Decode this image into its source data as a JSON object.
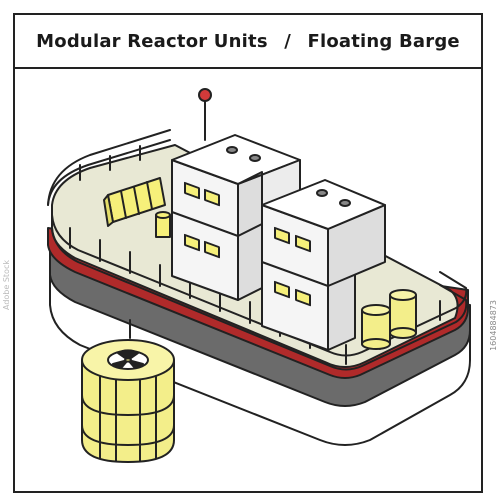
{
  "title": {
    "main": "Modular Reactor Units",
    "separator": "/",
    "sub": "Floating Barge"
  },
  "watermark": {
    "id": "1604884873",
    "brand": "Adobe Stock"
  },
  "colors": {
    "outline": "#222222",
    "deck": "#e8e8d4",
    "hull_red": "#b02a2a",
    "hull_grey": "#6b6b6b",
    "hull_white": "#ffffff",
    "module_white": "#f5f5f5",
    "window_yellow": "#f6f07a",
    "drum_yellow": "#f3ee8a",
    "antenna_ball": "#d23a3a"
  }
}
